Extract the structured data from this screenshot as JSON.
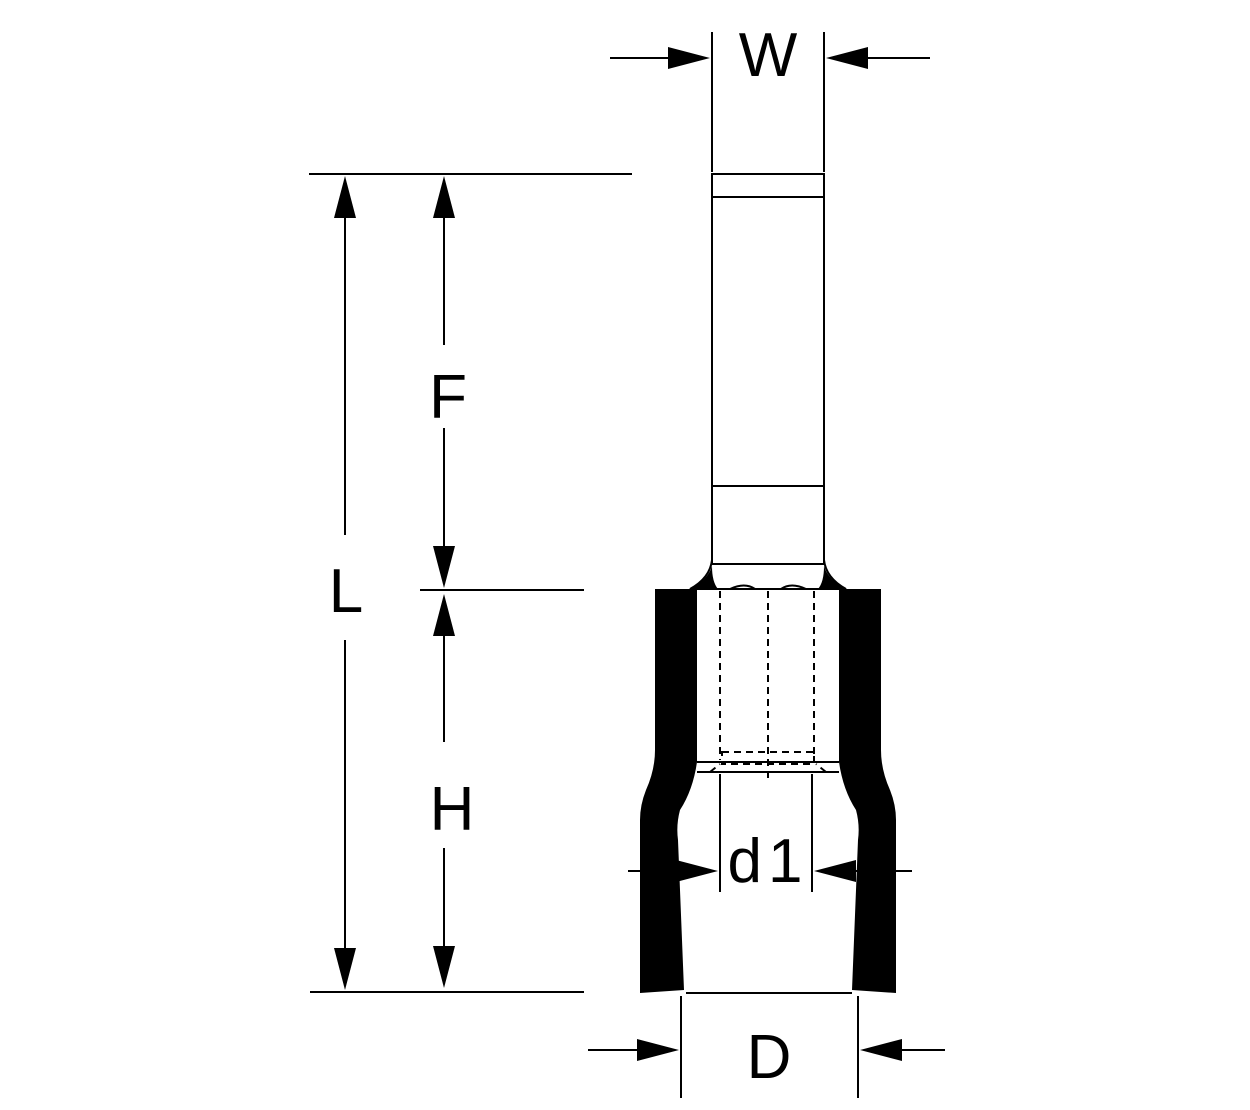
{
  "labels": {
    "width": "W",
    "length": "L",
    "pin_length": "F",
    "sleeve_length": "H",
    "inner_diameter": "d1",
    "outer_diameter": "D"
  },
  "colors": {
    "ink": "#000000",
    "background": "#ffffff"
  }
}
